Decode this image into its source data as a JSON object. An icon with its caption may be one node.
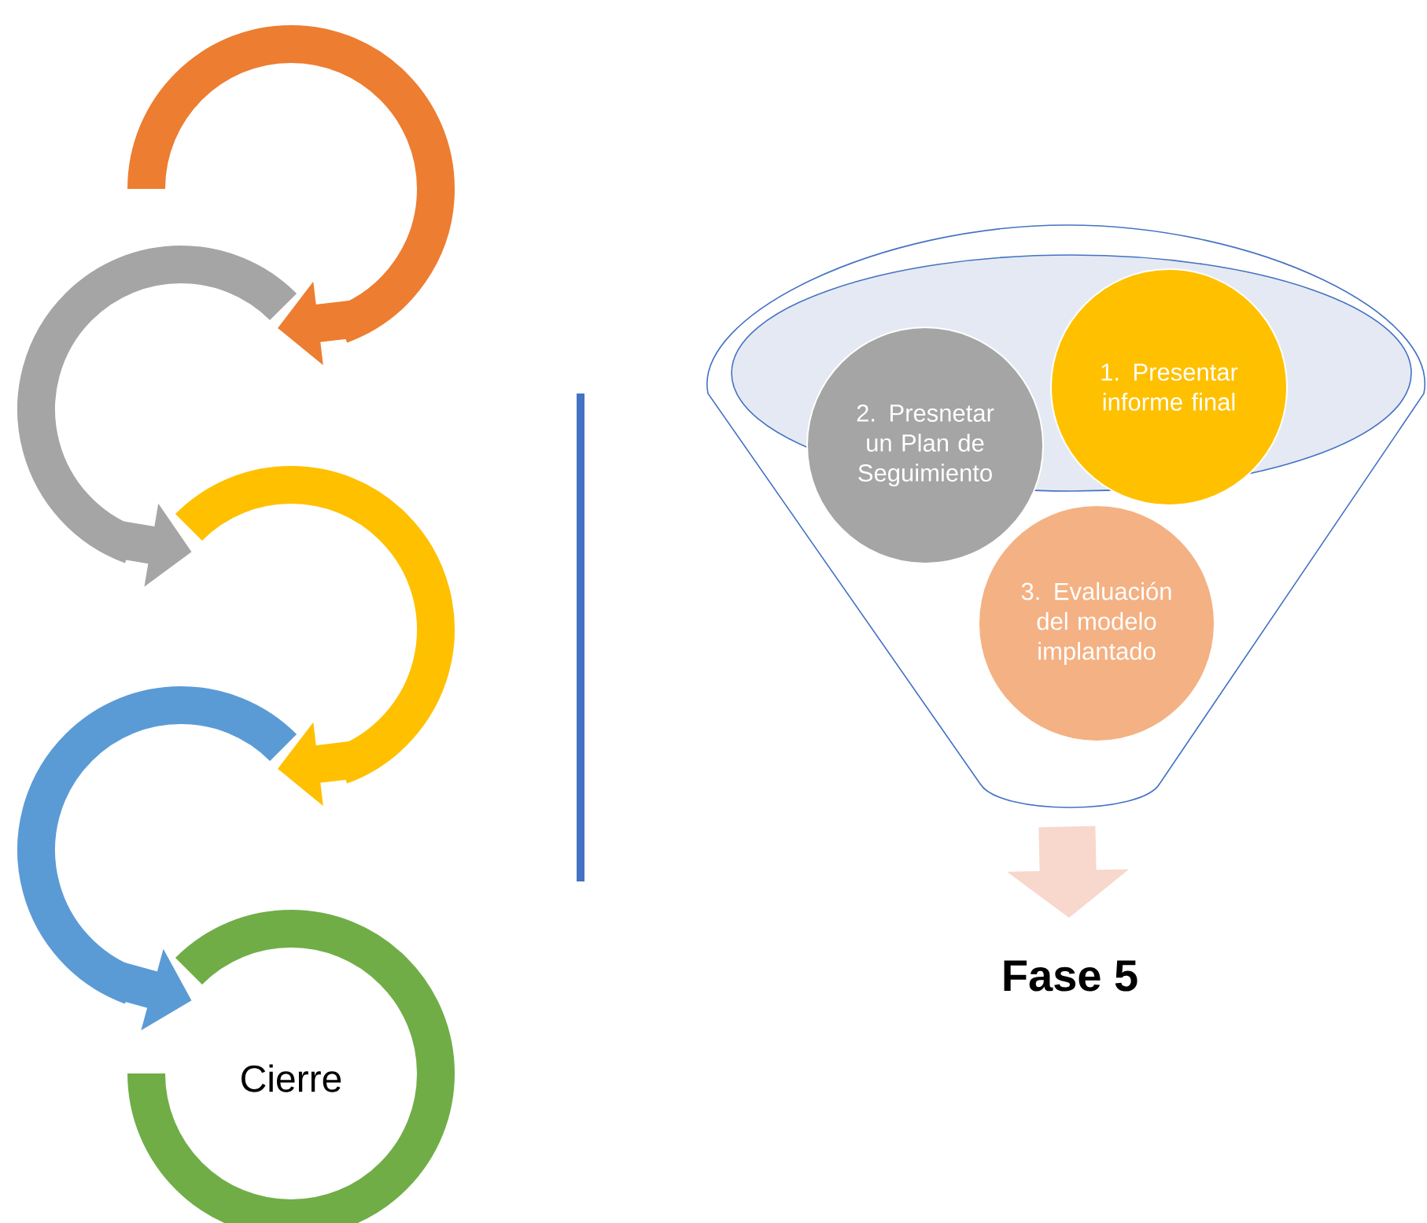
{
  "diagram": {
    "nodes": [
      {
        "text": [],
        "shape": "circle"
      },
      {
        "text": [],
        "shape": "circle"
      },
      {
        "text": [],
        "shape": "circle"
      },
      {
        "text": [],
        "shape": "circle"
      },
      {
        "text": [
          "Cierre"
        ]
      },
      {
        "text": [],
        "shape": "funnel"
      },
      {
        "text": [
          "1. Presentar informe final"
        ],
        "in": 5
      },
      {
        "text": [
          "2. Presnetar un Plan de Seguimiento"
        ],
        "in": 5
      },
      {
        "text": [
          "3. Evaluación del modelo implantado"
        ],
        "in": 5
      },
      {
        "text": [
          "Fase 5"
        ]
      }
    ],
    "edges": [
      {
        "from": 0,
        "to": 1,
        "arrow": "to",
        "color": "#ed7d31"
      },
      {
        "from": 1,
        "to": 2,
        "arrow": "to",
        "color": "#a5a5a5"
      },
      {
        "from": 2,
        "to": 3,
        "arrow": "to",
        "color": "#ffc000"
      },
      {
        "from": 3,
        "to": 4,
        "arrow": "to",
        "color": "#5b9bd5"
      },
      {
        "from": 5,
        "to": 9,
        "arrow": "to",
        "color": "#f8d7cc"
      }
    ]
  }
}
